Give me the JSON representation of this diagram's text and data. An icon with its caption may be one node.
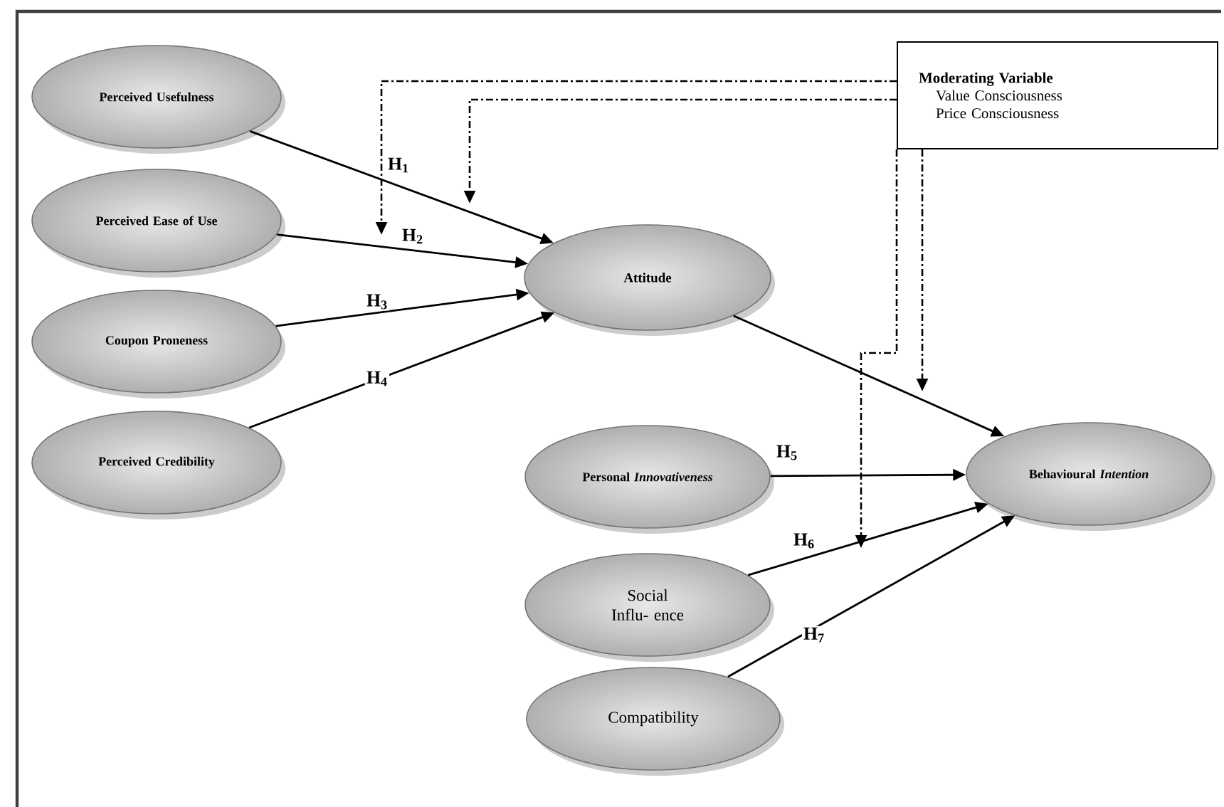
{
  "diagram": {
    "nodes": [
      {
        "text": [
          "Perceived Usefulness"
        ]
      },
      {
        "text": [
          "Perceived Ease of Use"
        ]
      },
      {
        "text": [
          "Coupon Proneness"
        ]
      },
      {
        "text": [
          "Perceived Credibility"
        ]
      },
      {
        "text": [
          "Attitude"
        ]
      },
      {
        "text": [
          "Personal *Innovativeness*"
        ]
      },
      {
        "text": [
          "Social Influ- ence"
        ]
      },
      {
        "text": [
          "Compatibility"
        ]
      },
      {
        "text": [
          "Behavioural *Intention*"
        ]
      },
      {
        "text": [
          "Moderating Variable",
          "Value Consciousness",
          "Price Consciousness"
        ]
      }
    ],
    "edges": [
      {
        "from": 0,
        "to": 4,
        "arrow": "to",
        "label": "H$_{1}$"
      },
      {
        "from": 1,
        "to": 4,
        "arrow": "to",
        "label": "H$_{2}$"
      },
      {
        "from": 2,
        "to": 4,
        "arrow": "to",
        "label": "H$_{3}$"
      },
      {
        "from": 3,
        "to": 4,
        "arrow": "to",
        "label": "H$_{4}$"
      },
      {
        "from": 4,
        "to": 8,
        "arrow": "to"
      },
      {
        "from": 5,
        "to": 8,
        "arrow": "to",
        "label": "H$_{5}$"
      },
      {
        "from": 6,
        "to": 8,
        "arrow": "to",
        "label": "H$_{6}$"
      },
      {
        "from": 7,
        "to": 8,
        "arrow": "to",
        "label": "H$_{7}$"
      },
      {
        "from": 9,
        "to": null,
        "arrow": "to",
        "style": "dashed"
      },
      {
        "from": 9,
        "to": null,
        "arrow": "to",
        "style": "dashed"
      },
      {
        "from": 9,
        "to": null,
        "arrow": "to",
        "style": "dashed"
      },
      {
        "from": 9,
        "to": null,
        "arrow": "to",
        "style": "dashed"
      }
    ]
  }
}
